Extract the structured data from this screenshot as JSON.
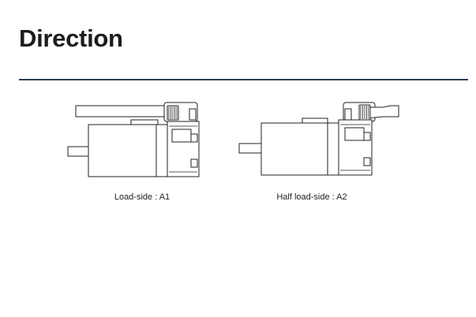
{
  "page": {
    "title": "Direction"
  },
  "figures": [
    {
      "id": "a1",
      "caption": "Load-side : A1"
    },
    {
      "id": "a2",
      "caption": "Half load-side : A2"
    }
  ]
}
